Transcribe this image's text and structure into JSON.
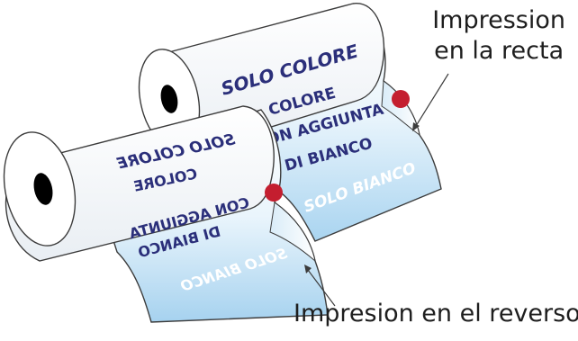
{
  "labels": {
    "recto_line1": "Impression",
    "recto_line2": "en la recta",
    "reverso": "Impresion en el reverso"
  },
  "back_roll": {
    "solo_colore": "SOLO COLORE",
    "colore": "COLORE",
    "con_aggiunta": "CON AGGIUNTA",
    "di_bianco": "DI BIANCO",
    "solo_bianco": "SOLO BIANCO"
  },
  "front_roll": {
    "solo_colore": "SOLO COLORE",
    "colore": "COLORE",
    "con_aggiunta": "CON AGGIUNTA",
    "di_bianco": "DI BIANCO",
    "solo_bianco": "SOLO BIANCO"
  },
  "colors": {
    "ink_text": "#2b2f7a",
    "marker_dot": "#c41e2f",
    "film_blue": "#bfe0f5",
    "outline": "#3c3c3c"
  }
}
